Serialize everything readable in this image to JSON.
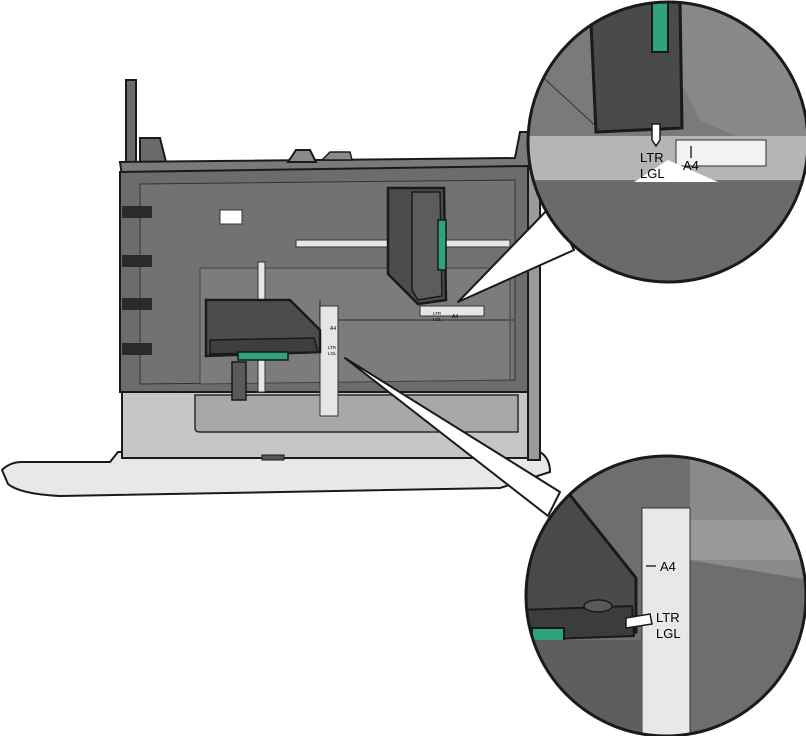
{
  "colors": {
    "outline": "#1a1a1a",
    "tray_dark": "#5a5a5a",
    "tray_mid": "#6e6e6e",
    "tray_light": "#8c8c8c",
    "tray_floor": "#7a7a7a",
    "front_panel": "#c8c8c8",
    "front_lip": "#e6e6e6",
    "guide": "#4a4a4a",
    "accent_green": "#2fa37a",
    "strip": "#e8e8e8",
    "background": "#ffffff"
  },
  "tray_labels": {
    "length_guide": {
      "top": "LTR",
      "bottom": "LGL",
      "right": "A4"
    },
    "width_guide": {
      "right": "A4",
      "top": "LTR",
      "bottom": "LGL"
    }
  },
  "zoom_top": {
    "ltr": "LTR",
    "lgl": "LGL",
    "a4": "A4"
  },
  "zoom_bottom": {
    "a4": "A4",
    "ltr": "LTR",
    "lgl": "LGL"
  },
  "icons": {
    "callout_top": "magnifier-callout",
    "callout_bottom": "magnifier-callout"
  }
}
